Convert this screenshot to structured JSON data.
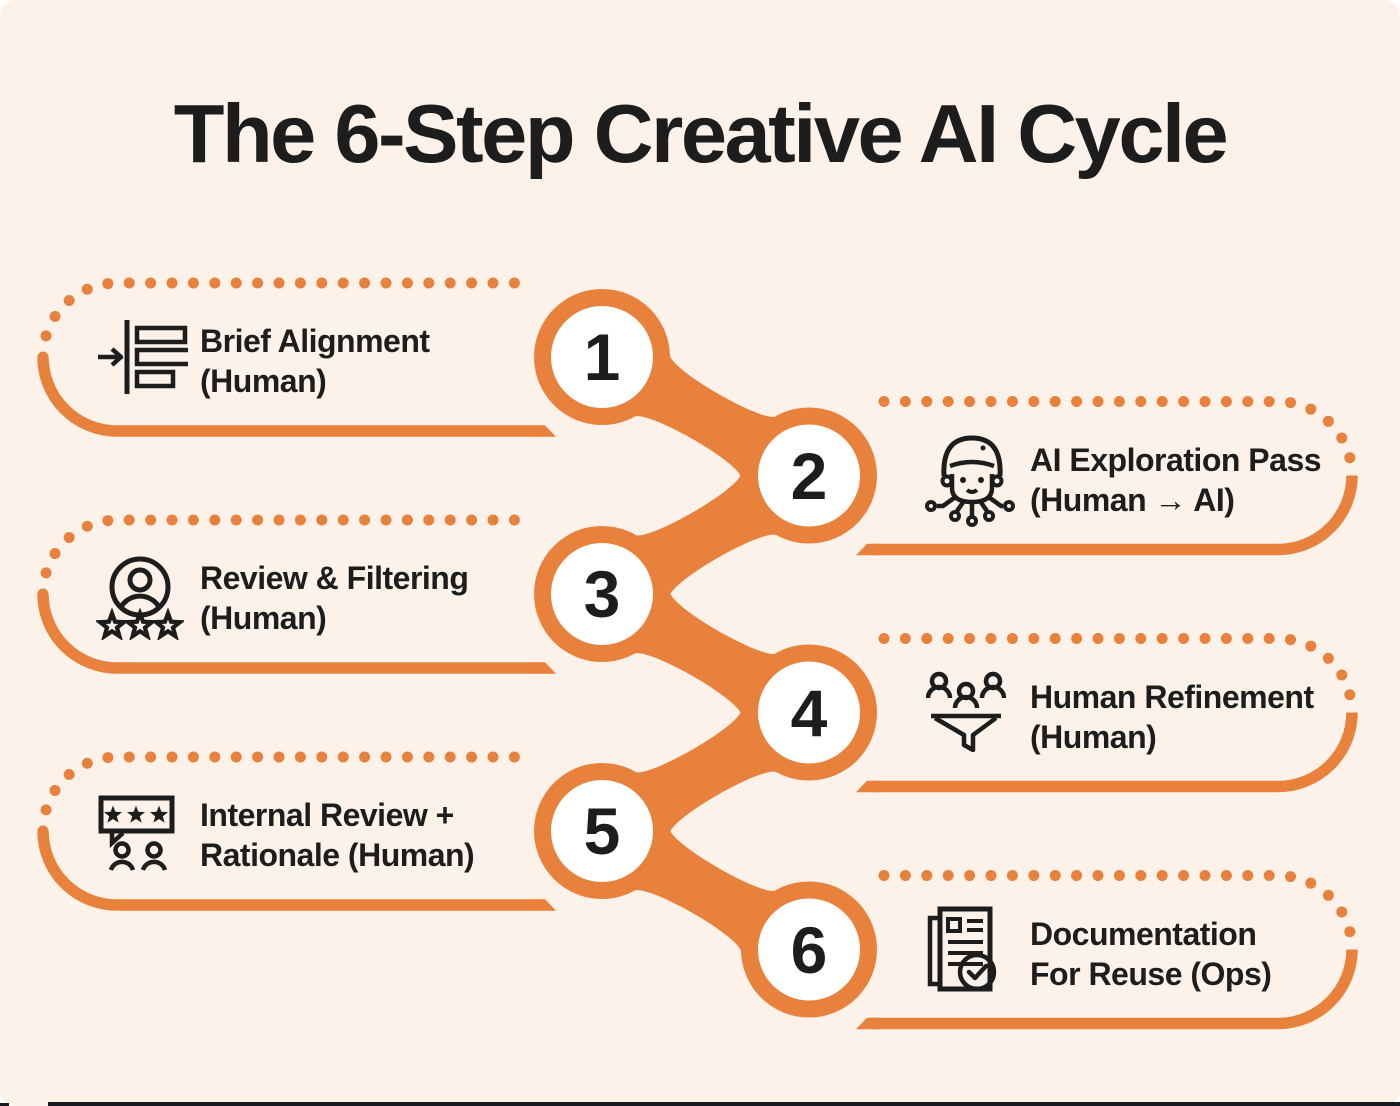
{
  "title": "The 6-Step Creative AI Cycle",
  "colors": {
    "orange": "#E8813C",
    "background": "#FCF2E9",
    "ink": "#1D1D1D"
  },
  "steps": [
    {
      "number": "1",
      "line1": "Brief Alignment",
      "line2": "(Human)",
      "icon": "brief-alignment-icon",
      "side": "left"
    },
    {
      "number": "2",
      "line1": "AI Exploration Pass",
      "line2": "(Human → AI)",
      "icon": "ai-exploration-icon",
      "side": "right"
    },
    {
      "number": "3",
      "line1": "Review & Filtering",
      "line2": "(Human)",
      "icon": "review-filtering-icon",
      "side": "left"
    },
    {
      "number": "4",
      "line1": "Human Refinement",
      "line2": "(Human)",
      "icon": "human-refinement-icon",
      "side": "right"
    },
    {
      "number": "5",
      "line1": "Internal Review +",
      "line2": "Rationale (Human)",
      "icon": "internal-review-icon",
      "side": "left"
    },
    {
      "number": "6",
      "line1": "Documentation",
      "line2": "For Reuse (Ops)",
      "icon": "documentation-icon",
      "side": "right"
    }
  ]
}
